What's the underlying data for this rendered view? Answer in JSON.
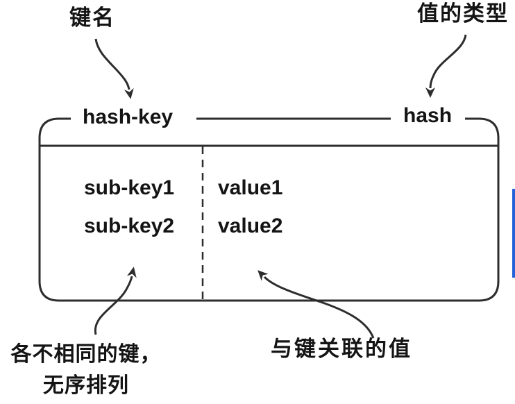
{
  "figure": {
    "background_color": "#ffffff",
    "ink_color": "#2d2d2d",
    "text_color": "#141414",
    "accent_bar_color": "#2363d7"
  },
  "annotations": {
    "key_name": "键名",
    "value_type": "值的类型",
    "distinct_keys_line1": "各不相同的键，",
    "distinct_keys_line2": "无序排列",
    "associated_value": "与键关联的值"
  },
  "hash_box": {
    "key_label": "hash-key",
    "type_label": "hash",
    "rows": [
      {
        "field": "sub-key1",
        "value": "value1"
      },
      {
        "field": "sub-key2",
        "value": "value2"
      }
    ]
  }
}
